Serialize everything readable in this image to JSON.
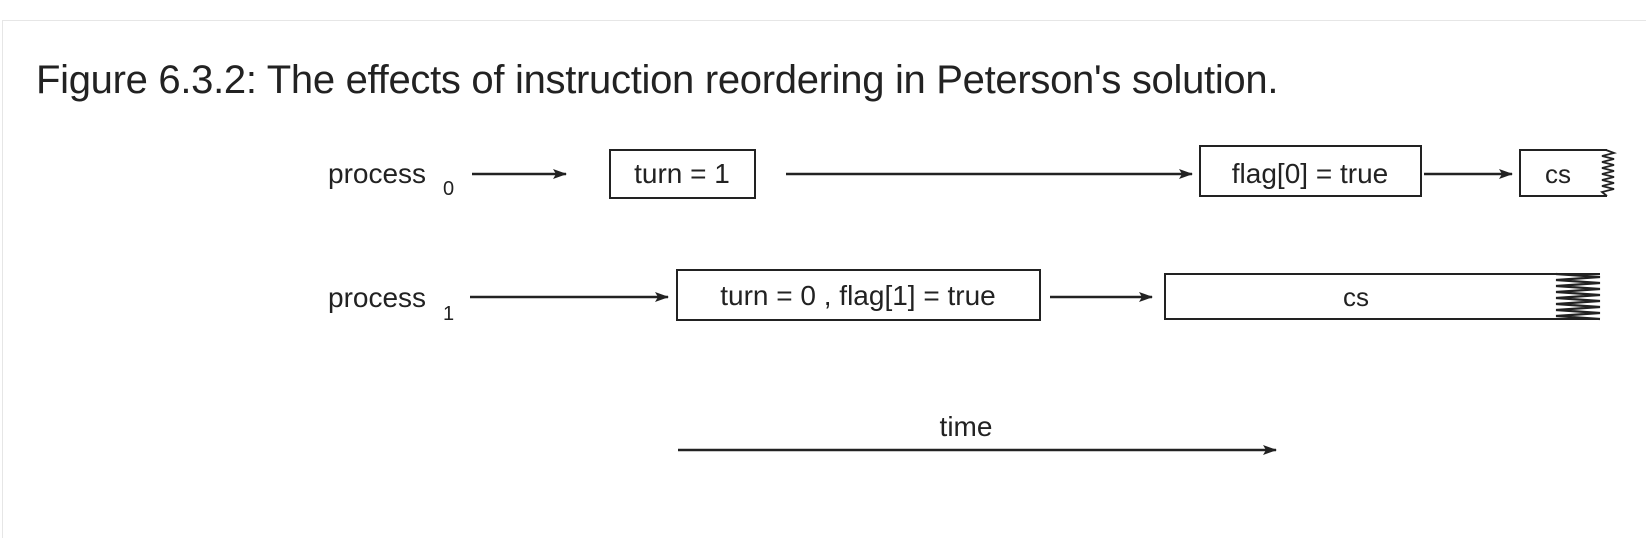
{
  "caption": "Figure 6.3.2: The effects of instruction reordering in Peterson's solution.",
  "process0": {
    "name": "process",
    "subscript": "0"
  },
  "process1": {
    "name": "process",
    "subscript": "1"
  },
  "boxes": {
    "p0_turn": "turn = 1",
    "p0_flag": "flag[0] = true",
    "p0_cs": "cs",
    "p1_turn_flag": "turn = 0 , flag[1] = true",
    "p1_cs": "cs"
  },
  "time_label": "time"
}
